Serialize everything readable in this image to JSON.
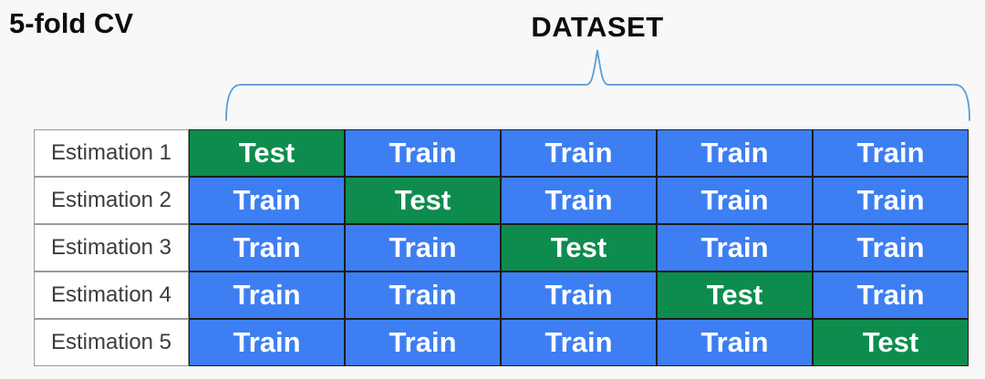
{
  "title": "5-fold CV",
  "dataset": {
    "label": "DATASET"
  },
  "table": {
    "rows": [
      {
        "label": "Estimation 1",
        "cells": [
          "Test",
          "Train",
          "Train",
          "Train",
          "Train"
        ]
      },
      {
        "label": "Estimation 2",
        "cells": [
          "Train",
          "Test",
          "Train",
          "Train",
          "Train"
        ]
      },
      {
        "label": "Estimation 3",
        "cells": [
          "Train",
          "Train",
          "Test",
          "Train",
          "Train"
        ]
      },
      {
        "label": "Estimation 4",
        "cells": [
          "Train",
          "Train",
          "Train",
          "Test",
          "Train"
        ]
      },
      {
        "label": "Estimation 5",
        "cells": [
          "Train",
          "Train",
          "Train",
          "Train",
          "Test"
        ]
      }
    ]
  },
  "icons": {
    "brace": "curly-brace-up-icon"
  },
  "colors": {
    "test_green": "#0E8C4E",
    "train_blue": "#3D7EF2",
    "brace_blue": "#5B9BD5",
    "background": "#F8F8F8",
    "cell_text": "#FFFFFF",
    "label_text": "#3C3C3C"
  }
}
